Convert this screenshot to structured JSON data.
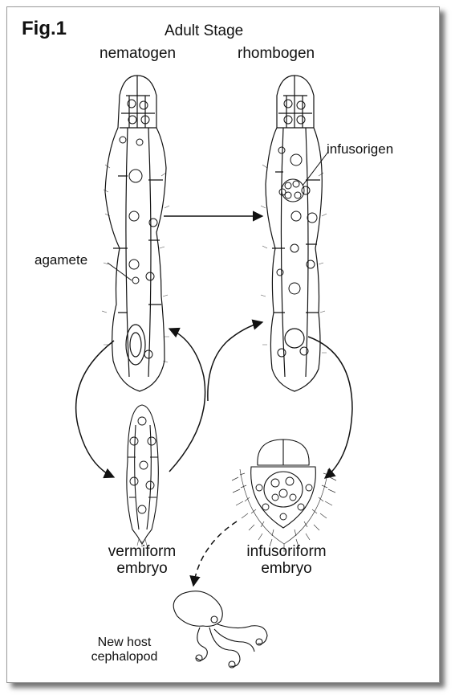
{
  "figure_label": "Fig.1",
  "stage_title": "Adult Stage",
  "labels": {
    "nematogen": "nematogen",
    "rhombogen": "rhombogen",
    "infusorigen": "infusorigen",
    "agamete": "agamete",
    "vermiform_line1": "vermiform",
    "vermiform_line2": "embryo",
    "infusoriform_line1": "infusoriform",
    "infusoriform_line2": "embryo",
    "host_line1": "New host",
    "host_line2": "cephalopod"
  },
  "colors": {
    "ink": "#111111",
    "shadow": "#555555",
    "cilia": "#3a3a3a"
  }
}
